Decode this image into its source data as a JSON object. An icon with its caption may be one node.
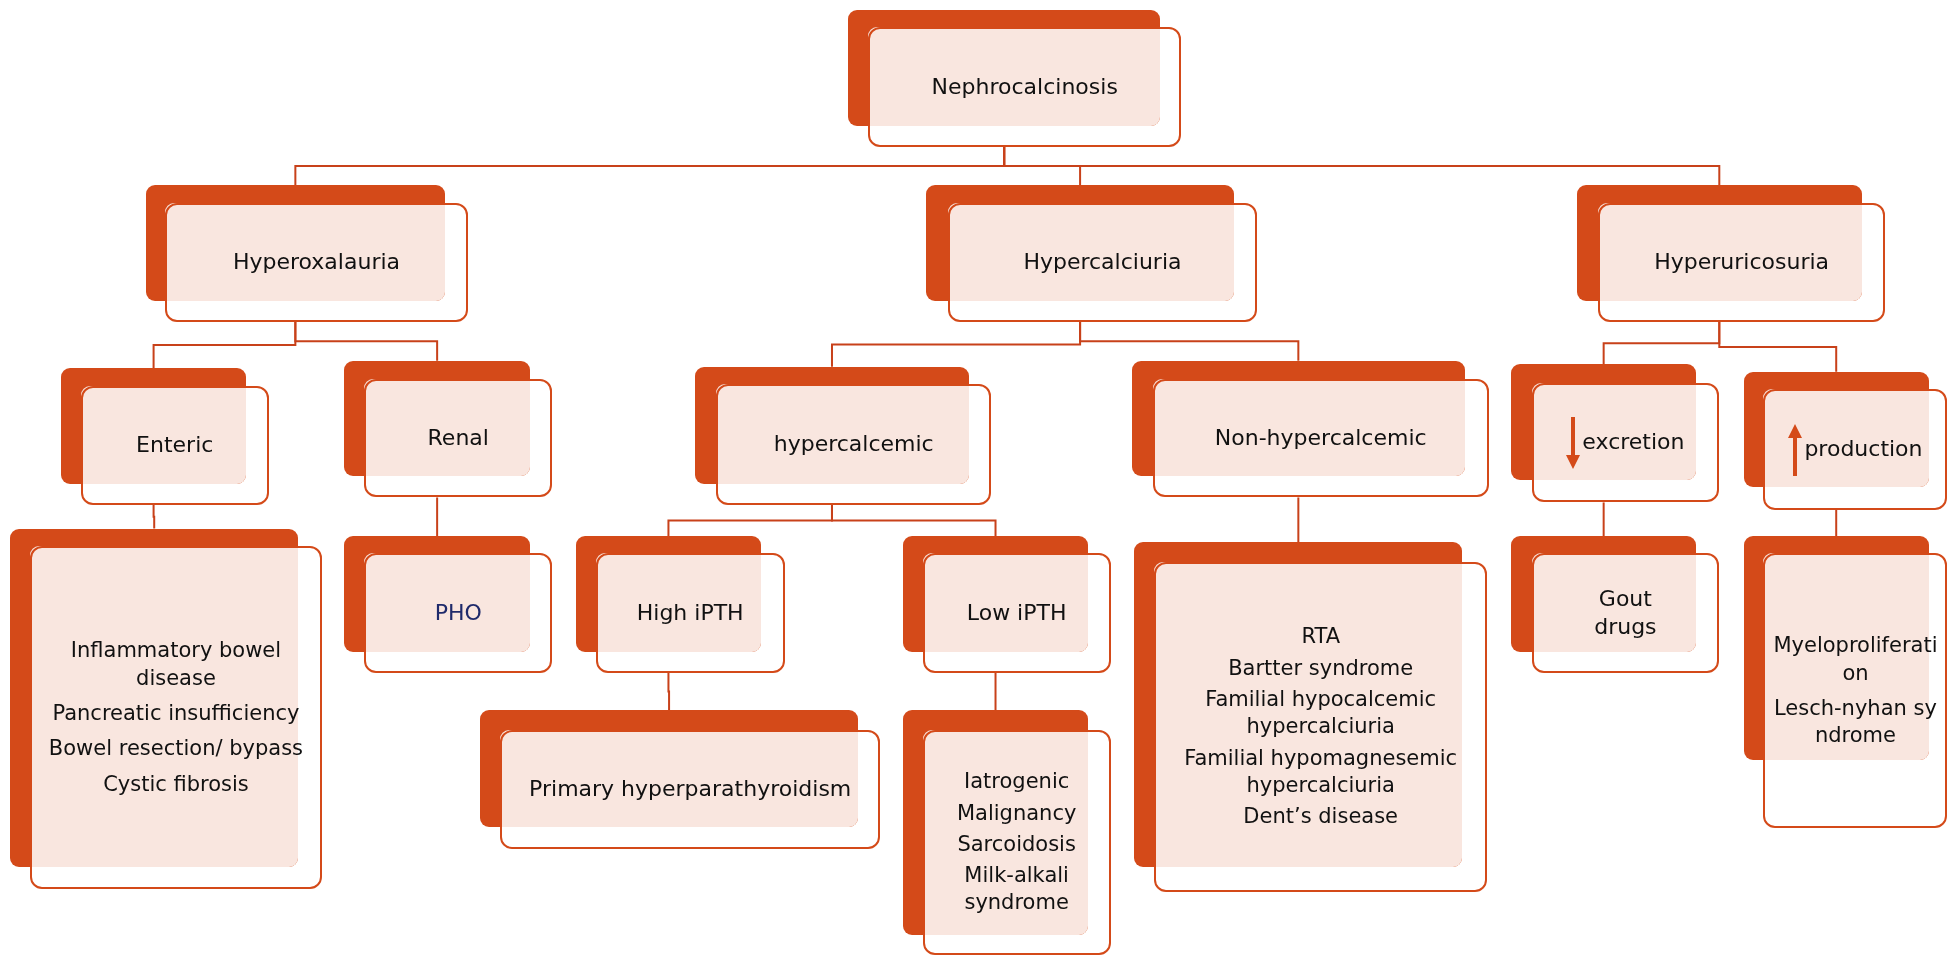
{
  "diagram": {
    "nodes": [
      {
        "text": [
          "Nephrocalcinosis"
        ]
      },
      {
        "text": [
          "Hyperoxalauria"
        ]
      },
      {
        "text": [
          "Hypercalciuria"
        ]
      },
      {
        "text": [
          "Hyperuricosuria"
        ]
      },
      {
        "text": [
          "Enteric"
        ]
      },
      {
        "text": [
          "Renal"
        ]
      },
      {
        "text": [
          "hypercalcemic"
        ]
      },
      {
        "text": [
          "Non-hypercalcemic"
        ]
      },
      {
        "text": [
          "excretion"
        ]
      },
      {
        "text": [
          "production"
        ]
      },
      {
        "text": [
          "Inflammatory bowel disease",
          "Pancreatic insufficiency",
          "Bowel resection/ bypass",
          "Cystic fibrosis"
        ]
      },
      {
        "text": [
          "PHO"
        ]
      },
      {
        "text": [
          "High iPTH"
        ]
      },
      {
        "text": [
          "Low iPTH"
        ]
      },
      {
        "text": [
          "RTA",
          "Bartter syndrome",
          "Familial hypocalcemic hypercalciuria",
          "Familial hypomagnesemic hypercalciuria",
          "Dent’s disease"
        ]
      },
      {
        "text": [
          "Gout drugs"
        ]
      },
      {
        "text": [
          "Myeloproliferation",
          "Lesch-nyhan syndrome"
        ]
      },
      {
        "text": [
          "Primary hyperparathyroidism"
        ]
      },
      {
        "text": [
          "Iatrogenic",
          "Malignancy",
          "Sarcoidosis",
          "Milk-alkali syndrome"
        ]
      }
    ],
    "edges": [
      {
        "from": 0,
        "to": 1,
        "arrow": "none"
      },
      {
        "from": 0,
        "to": 2,
        "arrow": "none"
      },
      {
        "from": 0,
        "to": 3,
        "arrow": "none"
      },
      {
        "from": 1,
        "to": 4,
        "arrow": "none"
      },
      {
        "from": 1,
        "to": 5,
        "arrow": "none"
      },
      {
        "from": 2,
        "to": 6,
        "arrow": "none"
      },
      {
        "from": 2,
        "to": 7,
        "arrow": "none"
      },
      {
        "from": 3,
        "to": 8,
        "arrow": "none"
      },
      {
        "from": 3,
        "to": 9,
        "arrow": "none"
      },
      {
        "from": 4,
        "to": 10,
        "arrow": "none"
      },
      {
        "from": 5,
        "to": 11,
        "arrow": "none"
      },
      {
        "from": 6,
        "to": 12,
        "arrow": "none"
      },
      {
        "from": 6,
        "to": 13,
        "arrow": "none"
      },
      {
        "from": 7,
        "to": 14,
        "arrow": "none"
      },
      {
        "from": 8,
        "to": 15,
        "arrow": "none"
      },
      {
        "from": 9,
        "to": 16,
        "arrow": "none"
      },
      {
        "from": 12,
        "to": 17,
        "arrow": "none"
      },
      {
        "from": 13,
        "to": 18,
        "arrow": "none"
      }
    ]
  }
}
